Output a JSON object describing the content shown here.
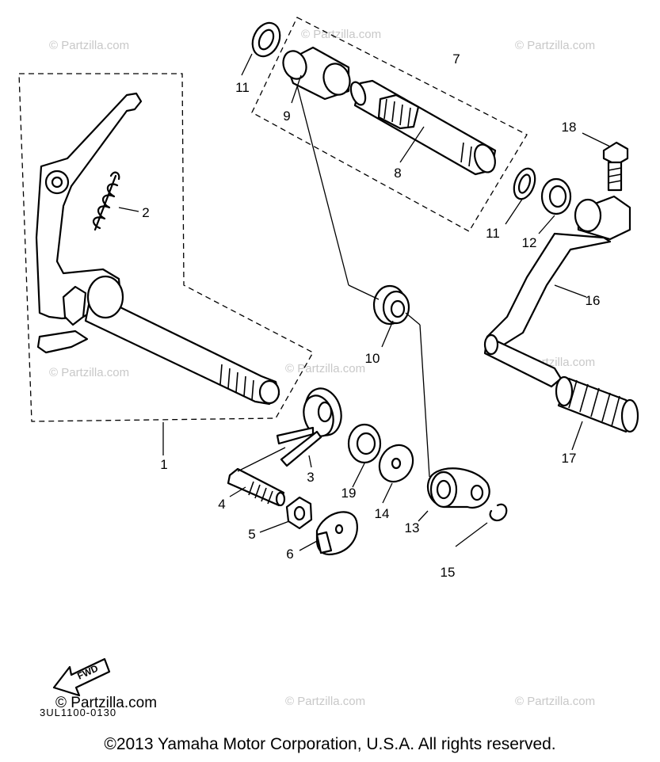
{
  "watermark": "© Partzilla.com",
  "watermark_strong": "© Partzilla.com",
  "diagram_code": "3UL1100-0130",
  "fwd_label": "FWD",
  "copyright": "©2013  Yamaha Motor Corporation, U.S.A. All rights reserved.",
  "callouts": {
    "c1": "1",
    "c2": "2",
    "c3": "3",
    "c4": "4",
    "c5": "5",
    "c6": "6",
    "c7": "7",
    "c8": "8",
    "c9": "9",
    "c10": "10",
    "c11a": "11",
    "c11b": "11",
    "c12": "12",
    "c13": "13",
    "c14": "14",
    "c15": "15",
    "c16": "16",
    "c17": "17",
    "c18": "18",
    "c19": "19"
  }
}
